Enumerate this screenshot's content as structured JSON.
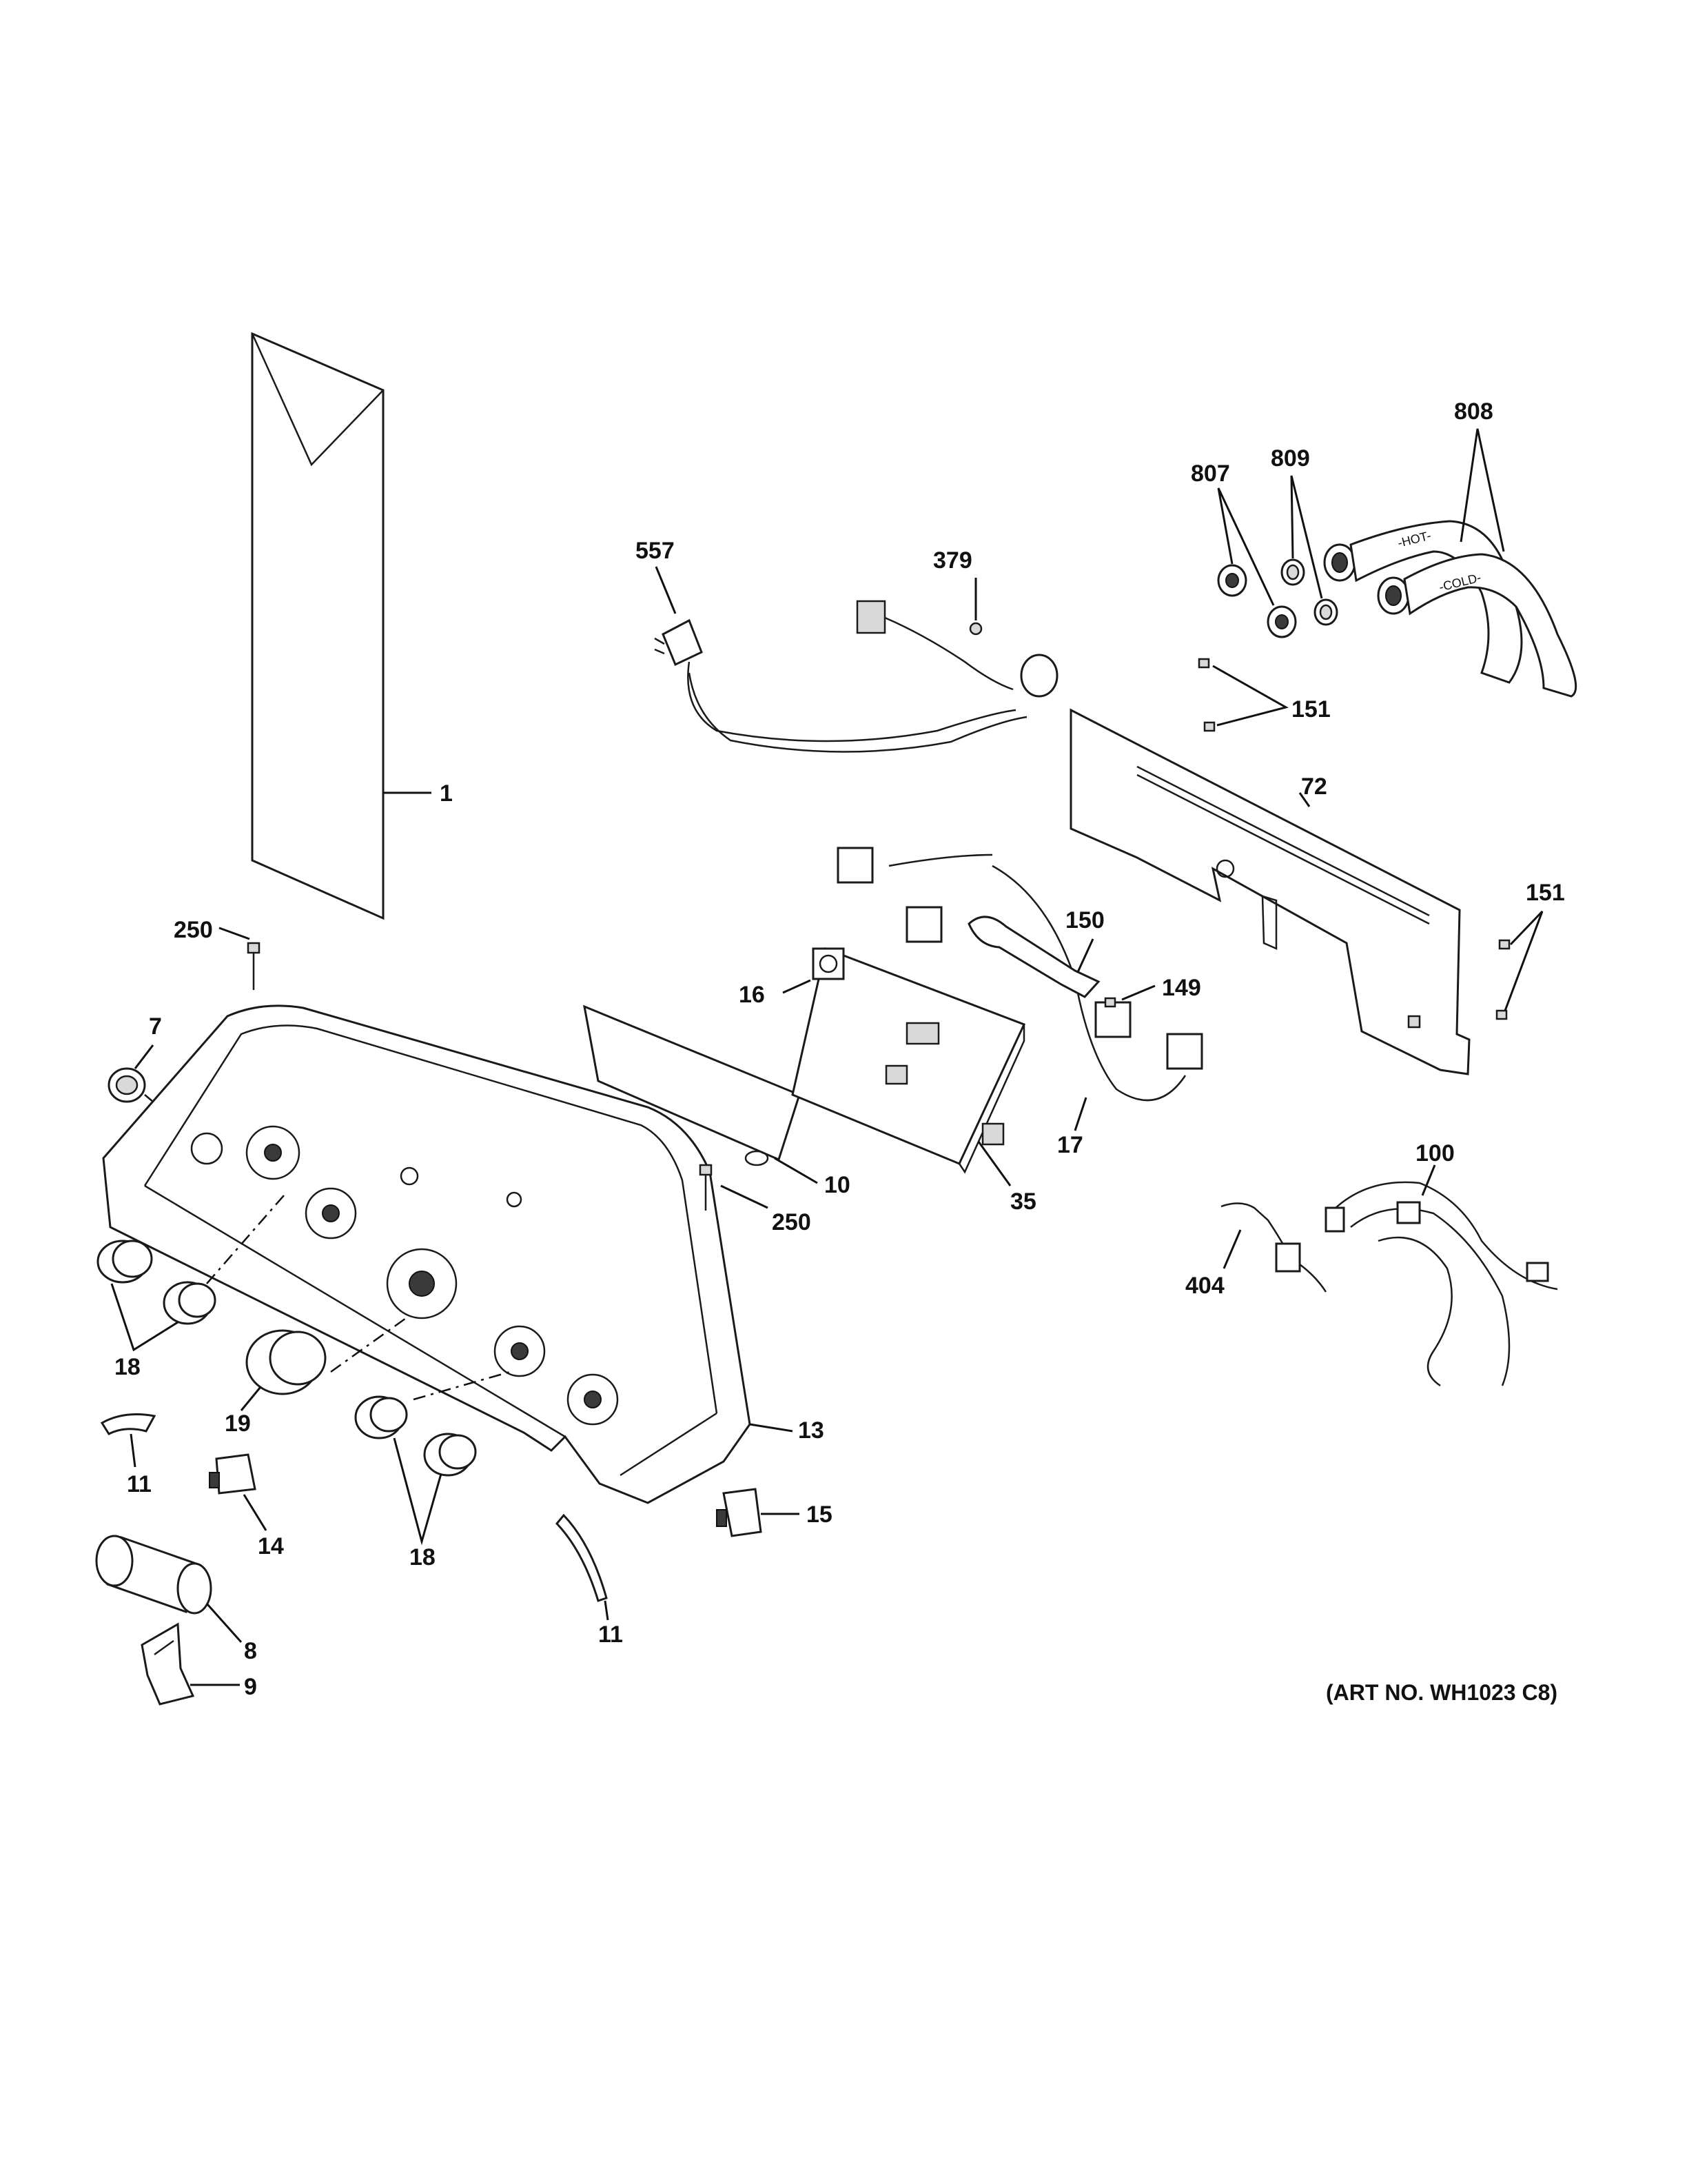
{
  "callouts": {
    "c1": "1",
    "c250a": "250",
    "c250b": "250",
    "c7": "7",
    "c18a": "18",
    "c18b": "18",
    "c19": "19",
    "c11a": "11",
    "c11b": "11",
    "c14": "14",
    "c8": "8",
    "c9": "9",
    "c13": "13",
    "c15": "15",
    "c10": "10",
    "c16": "16",
    "c35": "35",
    "c17": "17",
    "c150": "150",
    "c149": "149",
    "c557": "557",
    "c379": "379",
    "c72": "72",
    "c151a": "151",
    "c151b": "151",
    "c807": "807",
    "c809": "809",
    "c808": "808",
    "c100": "100",
    "c404": "404"
  },
  "hose_labels": {
    "hot": "-HOT-",
    "cold": "-COLD-"
  },
  "art_number": "(ART NO. WH1023 C8)"
}
